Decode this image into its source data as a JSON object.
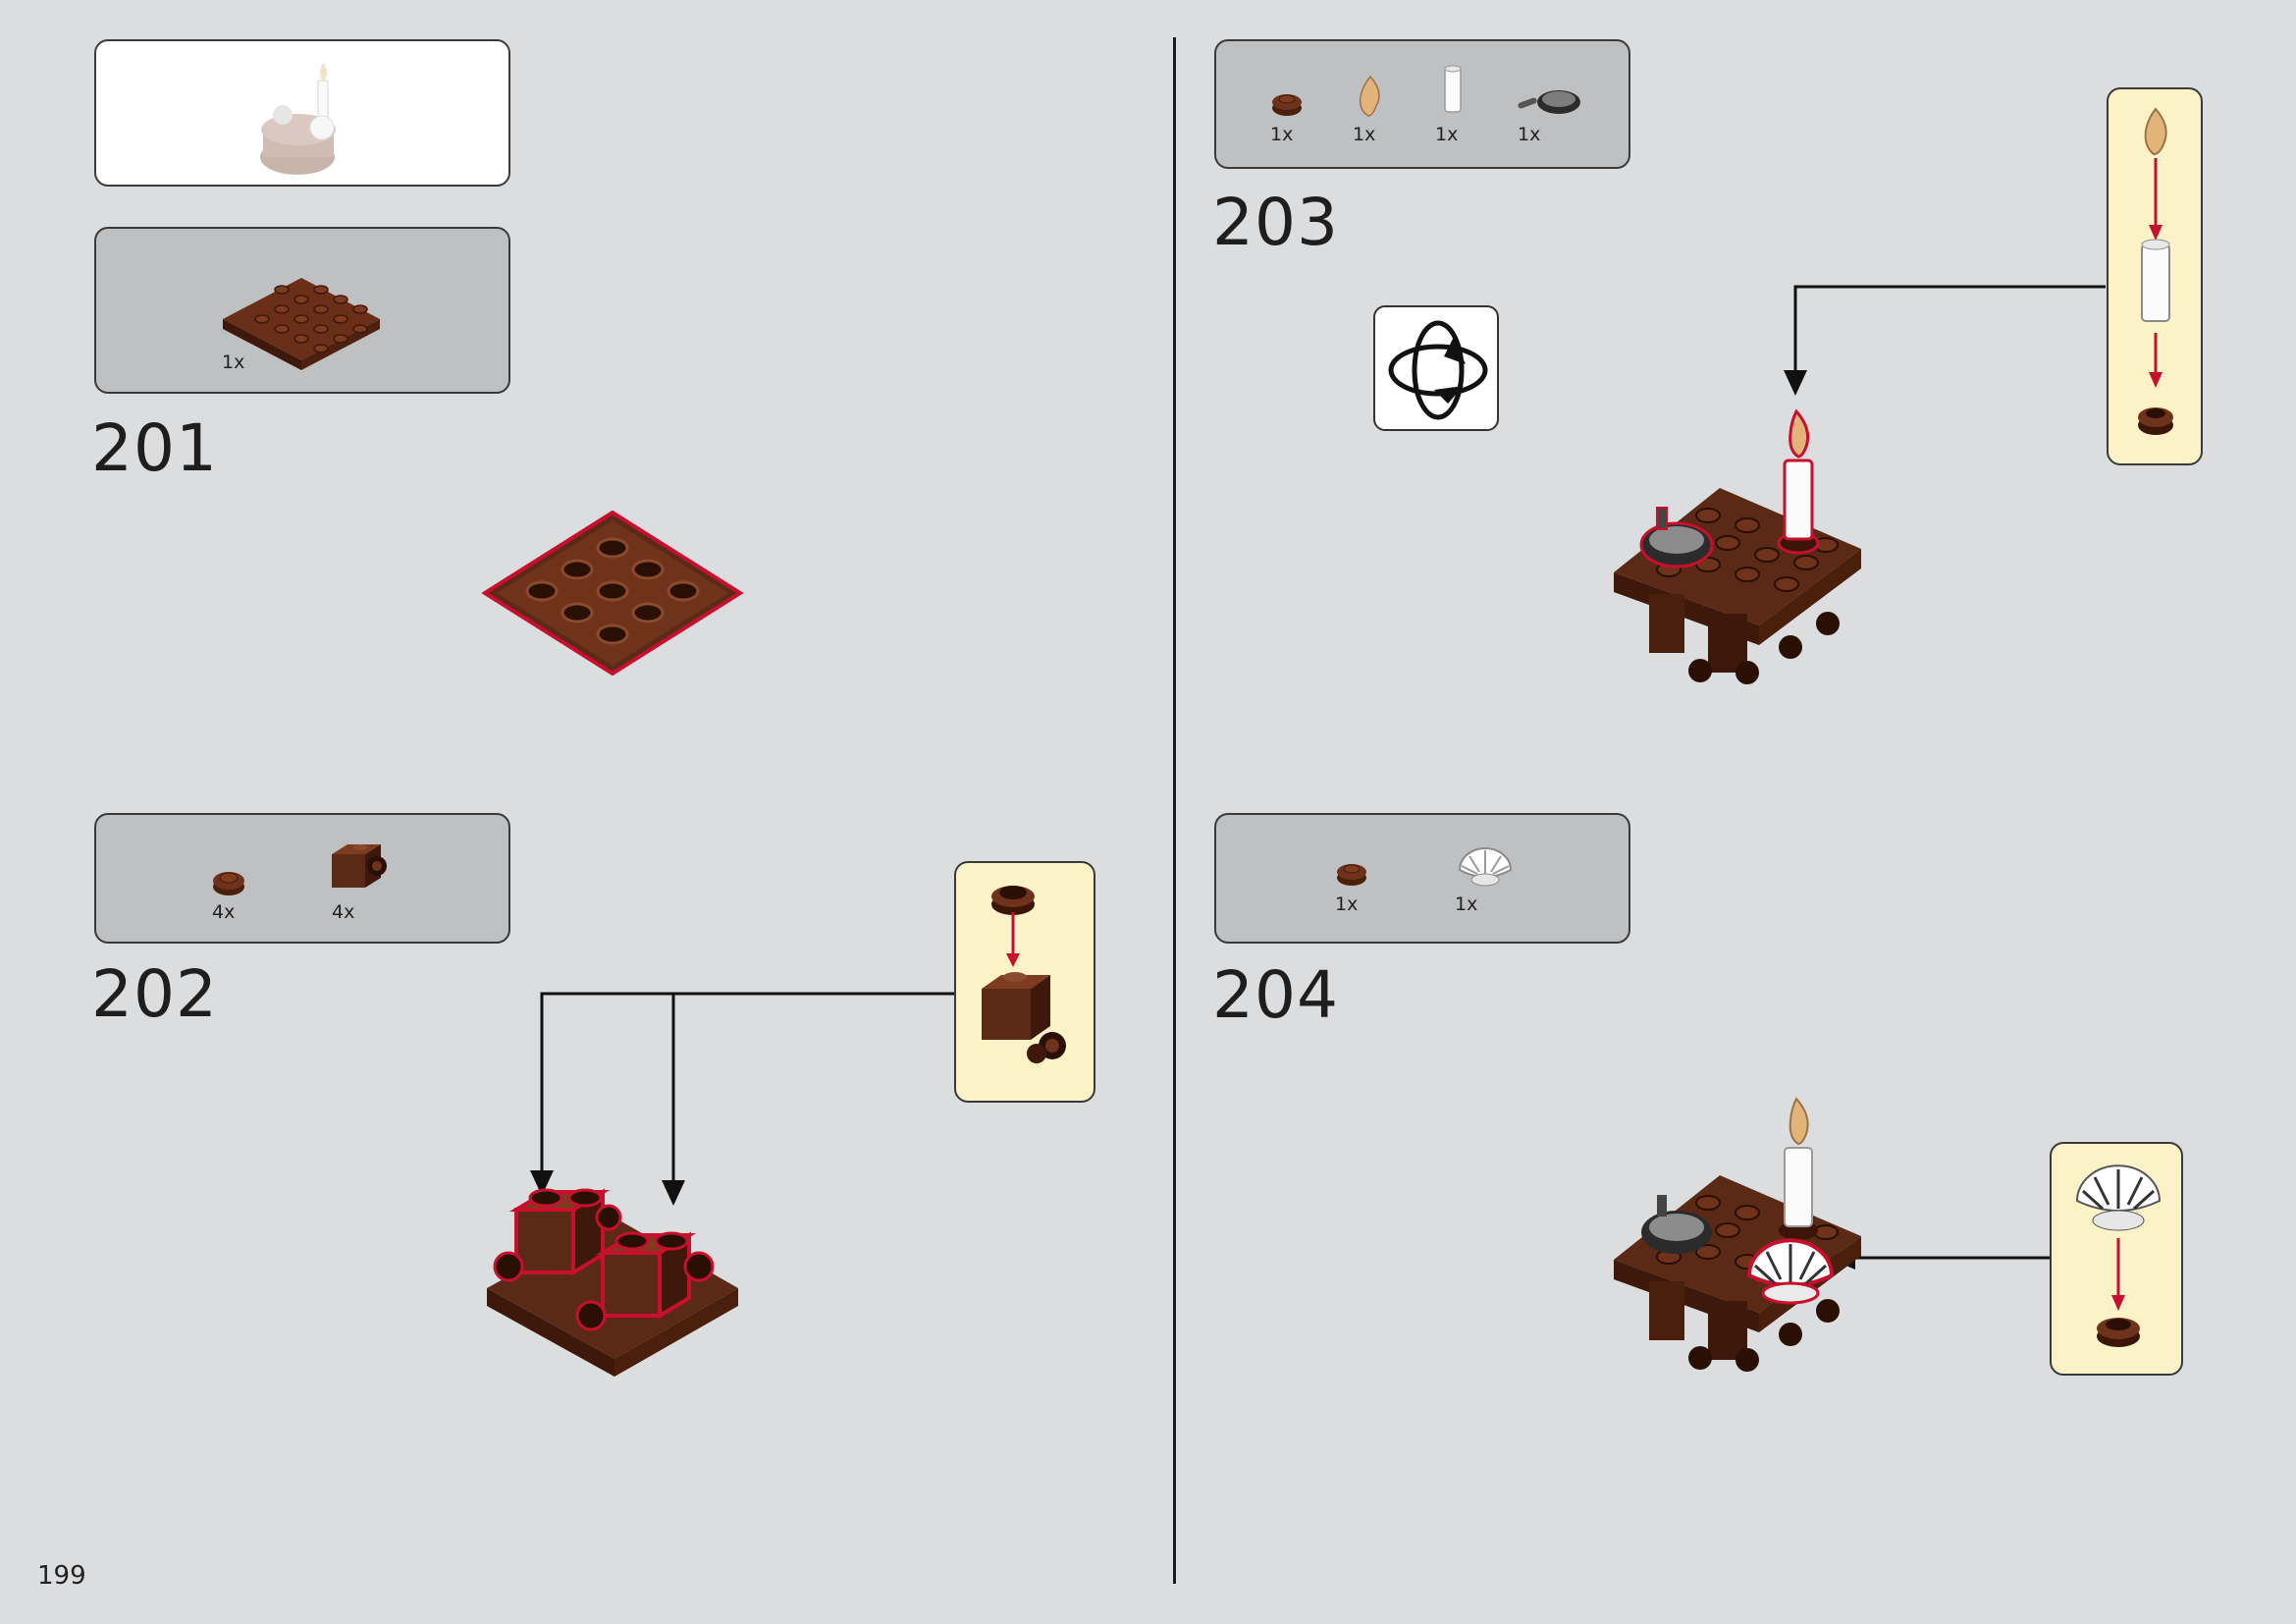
{
  "page_number": "199",
  "steps": [
    {
      "number": "201",
      "parts": [
        {
          "qty": "1x",
          "part": "brown-4x4-plate"
        }
      ]
    },
    {
      "number": "202",
      "parts": [
        {
          "qty": "4x",
          "part": "brown-round-1x1-plate"
        },
        {
          "qty": "4x",
          "part": "brown-brick-with-clip"
        }
      ]
    },
    {
      "number": "203",
      "parts": [
        {
          "qty": "1x",
          "part": "brown-round-1x1-plate"
        },
        {
          "qty": "1x",
          "part": "tan-flame"
        },
        {
          "qty": "1x",
          "part": "white-candle-bar"
        },
        {
          "qty": "1x",
          "part": "grey-frying-pan"
        }
      ]
    },
    {
      "number": "204",
      "parts": [
        {
          "qty": "1x",
          "part": "brown-round-1x1-plate"
        },
        {
          "qty": "1x",
          "part": "white-dome"
        }
      ]
    }
  ],
  "icons": {
    "rotate": "rotate-model-icon"
  },
  "colors": {
    "background": "#dcdddf",
    "parts_panel": "#bfc0c2",
    "callout": "#fbf2c8",
    "brick_brown": "#5b2a16",
    "highlight_red": "#c8102e"
  }
}
